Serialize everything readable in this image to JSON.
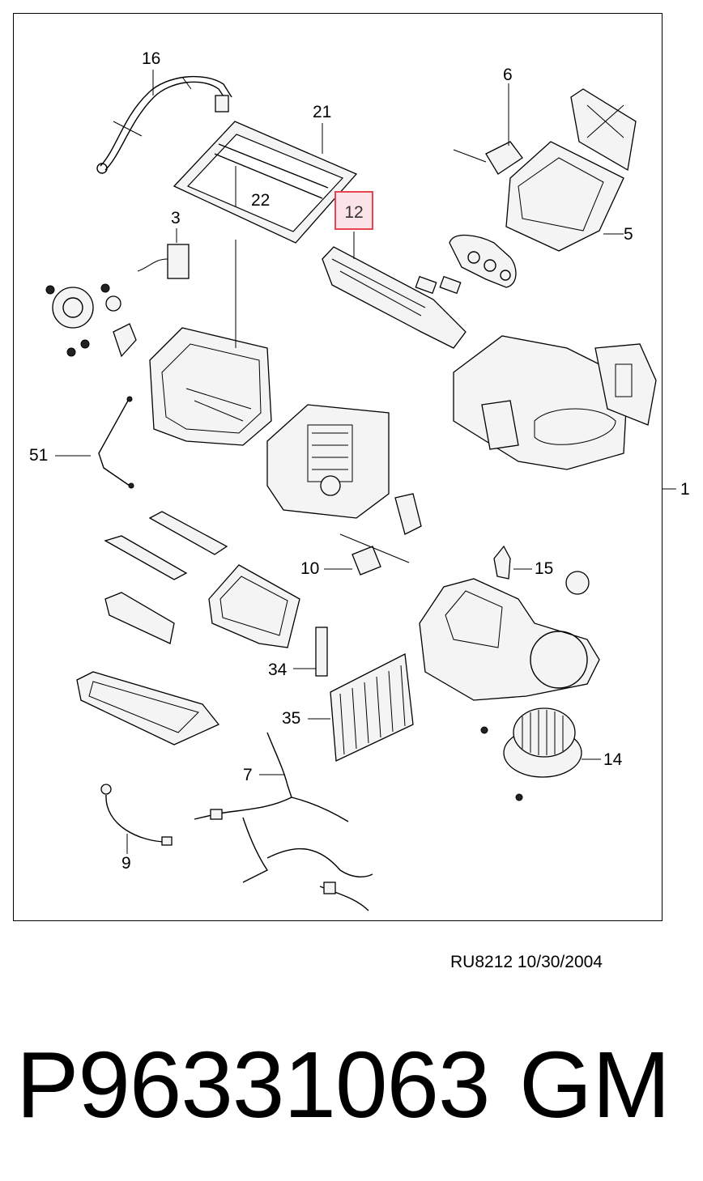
{
  "diagram": {
    "callouts": {
      "c16": "16",
      "c21": "21",
      "c22": "22",
      "c3": "3",
      "c12": "12",
      "c6": "6",
      "c5": "5",
      "c1": "1",
      "c51": "51",
      "c10": "10",
      "c15": "15",
      "c34": "34",
      "c35": "35",
      "c14": "14",
      "c7": "7",
      "c9": "9"
    },
    "highlighted_part": "12",
    "highlight_color": "#e8454f"
  },
  "footer": {
    "drawing_ref": "RU8212  10/30/2004",
    "part_number": "P96331063",
    "brand": "GM"
  }
}
